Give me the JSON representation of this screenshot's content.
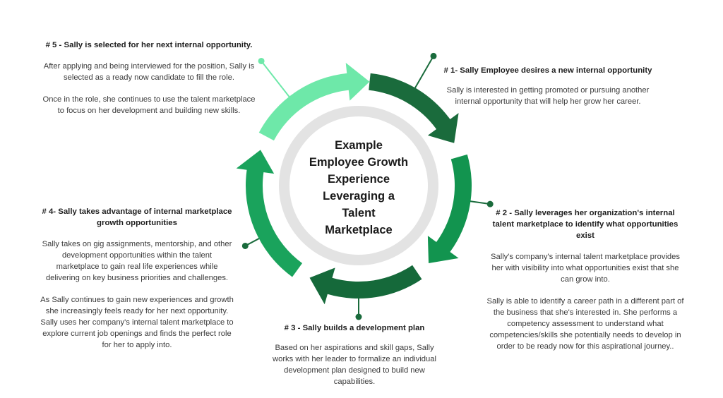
{
  "center_title": [
    "Example",
    "Employee Growth",
    "Experience",
    "Leveraging a",
    "Talent",
    "Marketplace"
  ],
  "steps": [
    {
      "title": "# 1-  Sally Employee desires a new internal opportunity",
      "paragraphs": [
        "Sally is interested in getting promoted or pursuing another internal opportunity that will help her grow her career."
      ]
    },
    {
      "title": "# 2 - Sally leverages her organization's internal talent marketplace to identify what opportunities exist",
      "paragraphs": [
        "Sally's company's internal talent marketplace provides her with visibility into what opportunities exist that she can grow into.",
        "Sally is able to identify a career path in a different part of the business that she's interested in.  She performs a competency assessment to understand what competencies/skills she potentially needs to develop in order to be ready now for this aspirational journey.."
      ]
    },
    {
      "title": "# 3 - Sally builds a development plan",
      "paragraphs": [
        "Based on her aspirations and skill gaps, Sally works with her leader to formalize  an individual development plan designed to build new capabilities."
      ]
    },
    {
      "title": "# 4- Sally takes advantage of internal marketplace growth opportunities",
      "paragraphs": [
        "Sally takes on gig assignments, mentorship, and other development opportunities within the talent marketplace to gain real life experiences while delivering on key business priorities and challenges.",
        "As Sally continues to gain new experiences and growth she increasingly feels ready for her next opportunity.  Sally uses her company's internal talent marketplace to explore current job openings and finds the perfect role for her to apply into."
      ]
    },
    {
      "title": "# 5 - Sally is selected for her next internal opportunity.",
      "paragraphs": [
        "After applying and being interviewed for the position, Sally is selected as a ready now candidate to fill the role.",
        "Once in the role, she continues to use the talent marketplace to focus on her development and building new skills."
      ]
    }
  ],
  "colors": {
    "segment_1": "#1a6b3c",
    "segment_2": "#12944f",
    "segment_3": "#15693a",
    "segment_4": "#1aa35c",
    "segment_5": "#6ee8a9",
    "inner_ring": "#e3e3e3",
    "center_fill": "#ffffff",
    "connector": "#1a6b3c",
    "connector_light": "#6ee8a9"
  }
}
